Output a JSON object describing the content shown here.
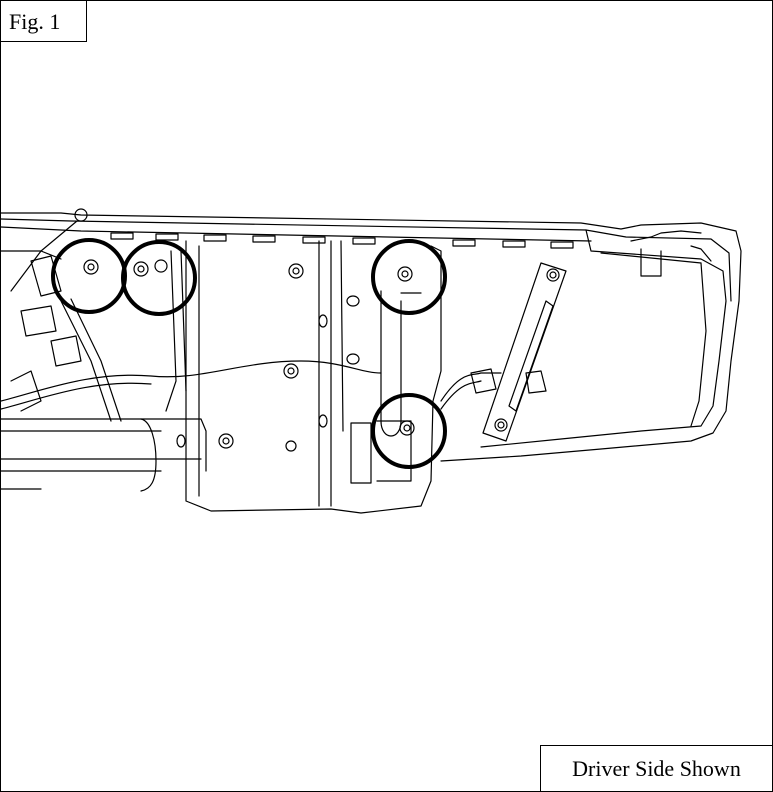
{
  "figure": {
    "label": "Fig. 1",
    "caption": "Driver Side Shown"
  },
  "callouts": [
    {
      "name": "bolt-circle-upper-left-1"
    },
    {
      "name": "bolt-circle-upper-left-2"
    },
    {
      "name": "bolt-circle-upper-right"
    },
    {
      "name": "bolt-circle-lower-right"
    }
  ],
  "colors": {
    "line": "#000000",
    "background": "#ffffff"
  }
}
